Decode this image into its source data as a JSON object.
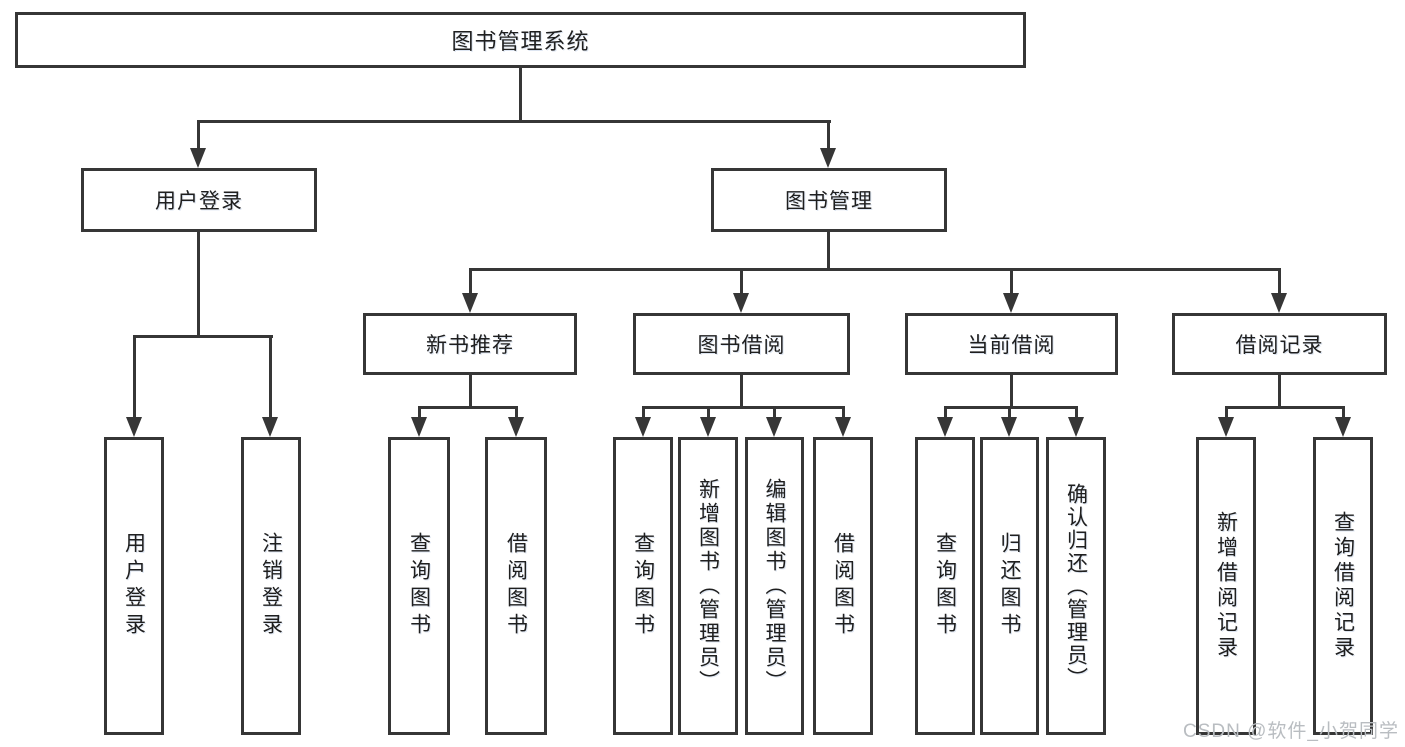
{
  "diagram": {
    "title_node": {
      "label": "图书管理系统"
    },
    "level2": [
      {
        "label": "用户登录"
      },
      {
        "label": "图书管理"
      }
    ],
    "level3": [
      {
        "label": "新书推荐",
        "parent": "图书管理"
      },
      {
        "label": "图书借阅",
        "parent": "图书管理"
      },
      {
        "label": "当前借阅",
        "parent": "图书管理"
      },
      {
        "label": "借阅记录",
        "parent": "图书管理"
      }
    ],
    "leaves": [
      {
        "label": "用户登录",
        "parent": "用户登录"
      },
      {
        "label": "注销登录",
        "parent": "用户登录"
      },
      {
        "label": "查询图书",
        "parent": "新书推荐"
      },
      {
        "label": "借阅图书",
        "parent": "新书推荐"
      },
      {
        "label": "查询图书",
        "parent": "图书借阅"
      },
      {
        "label": "新增图书（管理员）",
        "parent": "图书借阅"
      },
      {
        "label": "编辑图书（管理员）",
        "parent": "图书借阅"
      },
      {
        "label": "借阅图书",
        "parent": "图书借阅"
      },
      {
        "label": "查询图书",
        "parent": "当前借阅"
      },
      {
        "label": "归还图书",
        "parent": "当前借阅"
      },
      {
        "label": "确认归还（管理员）",
        "parent": "当前借阅"
      },
      {
        "label": "新增借阅记录",
        "parent": "借阅记录"
      },
      {
        "label": "查询借阅记录",
        "parent": "借阅记录"
      }
    ],
    "watermark": "CSDN @软件_小贺同学",
    "colors": {
      "line": "#363636",
      "text": "#1f1f1f",
      "watermark": "#b9bdc1",
      "background": "#ffffff"
    }
  }
}
